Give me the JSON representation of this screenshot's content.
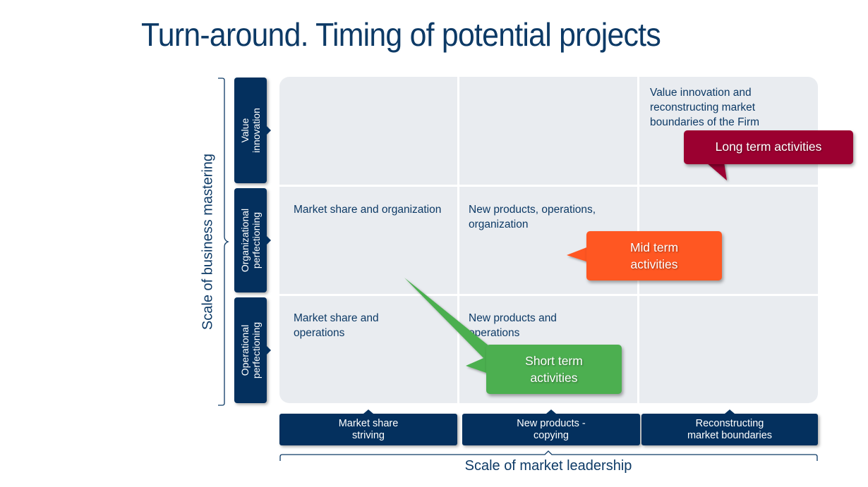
{
  "title": "Turn-around. Timing of potential projects",
  "y_axis": {
    "label": "Scale of business mastering",
    "rows": [
      {
        "label_line1": "Value",
        "label_line2": "innovation"
      },
      {
        "label_line1": "Organizational",
        "label_line2": "perfectioning"
      },
      {
        "label_line1": "Operational",
        "label_line2": "perfectioning"
      }
    ]
  },
  "x_axis": {
    "label": "Scale of market leadership",
    "columns": [
      {
        "label_line1": "Market share",
        "label_line2": "striving"
      },
      {
        "label_line1": "New products -",
        "label_line2": "copying"
      },
      {
        "label_line1": "Reconstructing",
        "label_line2": "market boundaries"
      }
    ]
  },
  "cells": {
    "r0c0": "",
    "r0c1": "",
    "r0c2": "Value innovation and reconstructing market boundaries of the Firm",
    "r1c0": "Market share and organization",
    "r1c1": "New products, operations, organization",
    "r1c2": "",
    "r2c0": "Market share and operations",
    "r2c1": "New products and operations",
    "r2c2": ""
  },
  "callouts": {
    "long": {
      "line1": "Long term activities",
      "color": "#9b0030"
    },
    "mid": {
      "line1": "Mid term",
      "line2": "activities",
      "color": "#ff5722"
    },
    "short": {
      "line1": "Short term",
      "line2": "activities",
      "color": "#4caf50"
    }
  },
  "colors": {
    "navy": "#04305e",
    "text": "#0d3a66",
    "cell_bg": "#e9ecf0"
  }
}
